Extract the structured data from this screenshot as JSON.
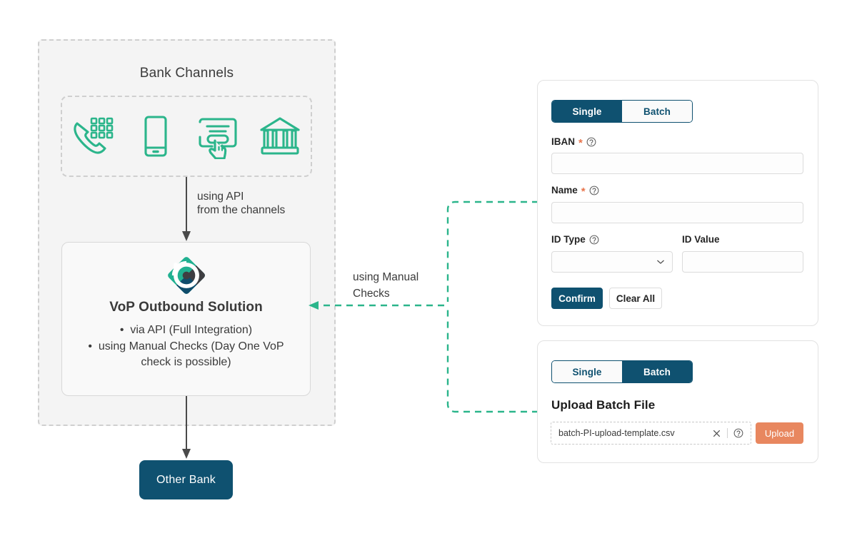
{
  "colors": {
    "teal": "#2bb58b",
    "navy": "#0f5170",
    "orange": "#e8875f",
    "star": "#e8744b",
    "panel_bg": "#f4f4f4",
    "dash_gray": "#cfcfcf",
    "text": "#3b3b3b"
  },
  "left": {
    "bank_channels_title": "Bank Channels",
    "channels": [
      {
        "name": "phone-keypad-icon"
      },
      {
        "name": "mobile-phone-icon"
      },
      {
        "name": "touch-screen-icon"
      },
      {
        "name": "bank-building-icon"
      }
    ],
    "api_label_line1": "using API",
    "api_label_line2": "from the channels",
    "vop": {
      "title": "VoP Outbound Solution",
      "bullets": [
        "•  via API (Full Integration)",
        "•  using Manual Checks (Day One VoP\ncheck is possible)"
      ]
    },
    "other_bank_label": "Other Bank"
  },
  "connector": {
    "manual_label_line1": "using Manual",
    "manual_label_line2": "Checks"
  },
  "single_card": {
    "tabs": [
      {
        "label": "Single",
        "active": true
      },
      {
        "label": "Batch",
        "active": false
      }
    ],
    "fields": {
      "iban": {
        "label": "IBAN",
        "required": "*",
        "value": "",
        "placeholder": ""
      },
      "name": {
        "label": "Name",
        "required": "*",
        "value": "",
        "placeholder": ""
      },
      "id_type": {
        "label": "ID Type",
        "value": "",
        "placeholder": ""
      },
      "id_value": {
        "label": "ID Value",
        "value": "",
        "placeholder": ""
      }
    },
    "buttons": {
      "confirm": "Confirm",
      "clear_all": "Clear All"
    }
  },
  "batch_card": {
    "tabs": [
      {
        "label": "Single",
        "active": false
      },
      {
        "label": "Batch",
        "active": true
      }
    ],
    "upload_title": "Upload Batch File",
    "filename": "batch-PI-upload-template.csv",
    "upload_button": "Upload"
  }
}
